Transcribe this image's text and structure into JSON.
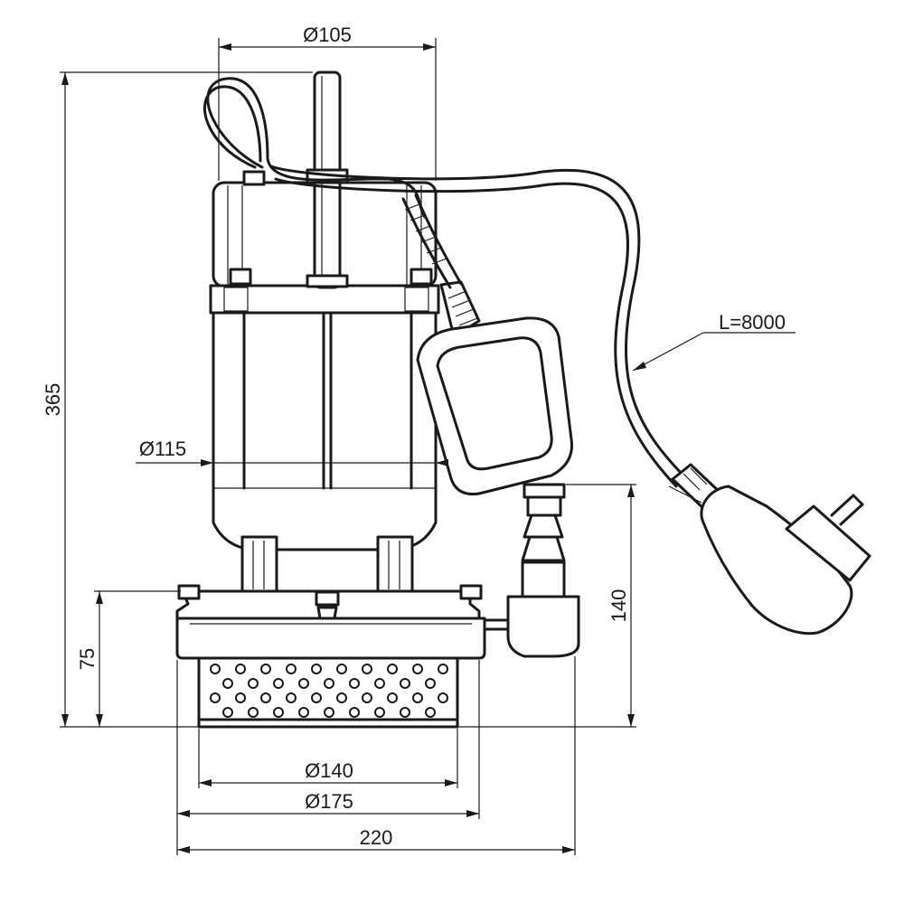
{
  "dimensions": {
    "top_diameter": "Ø105",
    "height": "365",
    "motor_diameter": "Ø115",
    "cable_length": "L=8000",
    "outlet_height": "140",
    "base_height": "75",
    "screen_diameter": "Ø140",
    "base_diameter": "Ø175",
    "total_width": "220"
  }
}
